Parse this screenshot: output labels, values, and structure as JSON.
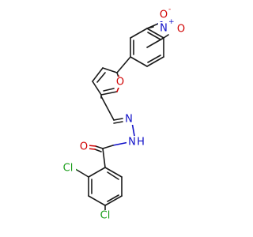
{
  "molecule": {
    "colors": {
      "bond": "#1a1a1a",
      "oxygen": "#d00000",
      "nitrogen": "#1010c8",
      "chlorine": "#1a9e1a"
    },
    "atoms": {
      "nitro_n": "N",
      "nitro_n_charge": "+",
      "nitro_o_top": "O",
      "nitro_o_top_charge": "-",
      "nitro_o_right": "O",
      "furan_o": "O",
      "hydrazone_n1": "N",
      "hydrazone_nh": "N",
      "hydrazone_h": "H",
      "carbonyl_o": "O",
      "cl_ortho": "Cl",
      "cl_para": "Cl"
    }
  }
}
